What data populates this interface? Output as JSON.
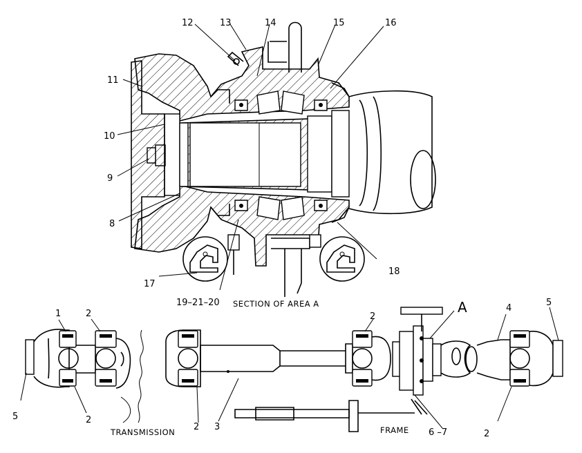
{
  "callouts": {
    "c1": "1",
    "c2a": "2",
    "c2b": "2",
    "c2c": "2",
    "c2d": "2",
    "c2e": "2",
    "c3": "3",
    "c4": "4",
    "c5a": "5",
    "c5b": "5",
    "c67": "6 –7",
    "c8": "8",
    "c9": "9",
    "c10": "10",
    "c11": "11",
    "c12": "12",
    "c13": "13",
    "c14": "14",
    "c15": "15",
    "c16": "16",
    "c17": "17",
    "c18": "18",
    "c192120": "19–21–20",
    "cA": "A"
  },
  "captions": {
    "section": "SECTION OF AREA A",
    "transmission": "TRANSMISSION",
    "frame": "FRAME"
  }
}
